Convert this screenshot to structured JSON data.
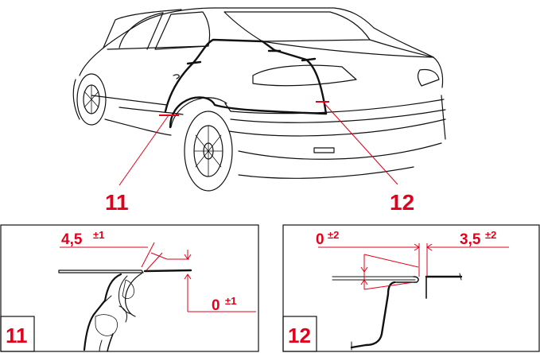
{
  "main_view": {
    "callout_left": "11",
    "callout_right": "12"
  },
  "detail_11": {
    "number": "11",
    "gap_value": "4,5",
    "gap_tolerance": "±1",
    "flush_value": "0",
    "flush_tolerance": "±1"
  },
  "detail_12": {
    "number": "12",
    "flush_value": "0",
    "flush_tolerance": "±2",
    "gap_value": "3,5",
    "gap_tolerance": "±2"
  },
  "colors": {
    "annotation": "#e3001b",
    "ink": "#111111"
  }
}
